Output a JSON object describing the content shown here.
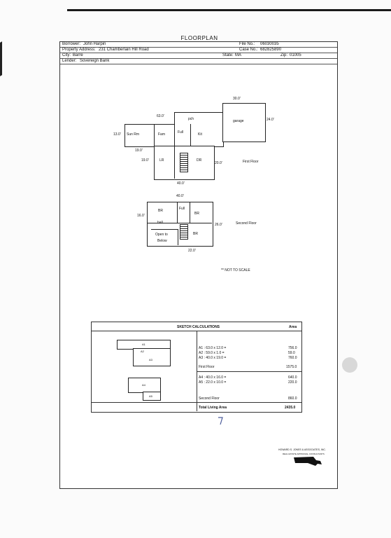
{
  "page": {
    "title": "FLOORPLAN"
  },
  "header": {
    "borrower_label": "Borrower:",
    "borrower": "John Harpin",
    "file_label": "File No.:",
    "file_no": "06030035",
    "address_label": "Property Address:",
    "address": "231 Chamberlain Hill Road",
    "case_label": "Case No.:",
    "case_no": "682825890",
    "city_label": "City:",
    "city": "Barre",
    "state_label": "State:",
    "state": "MA",
    "zip_label": "Zip:",
    "zip": "01005",
    "lender_label": "Lender:",
    "lender": "Sovereign Bank"
  },
  "first_floor": {
    "label": "First Floor",
    "rooms": [
      "Sun Rm",
      "Fam",
      "Full",
      "Kit",
      "LR",
      "DR",
      "pch",
      "garage"
    ],
    "dims": [
      "63.0'",
      "30.0'",
      "24.0'",
      "13.0'",
      "19.0'",
      "19.0'",
      "20.0'",
      "40.0'"
    ]
  },
  "second_floor": {
    "label": "Second Floor",
    "rooms": [
      "BR",
      "Full",
      "BR",
      "hall",
      "BR",
      "Open to",
      "Below"
    ],
    "dims": [
      "40.0'",
      "16.0'",
      "26.0'",
      "22.0'"
    ]
  },
  "note": "** NOT TO SCALE",
  "sketch": {
    "title": "SKETCH CALCULATIONS",
    "area_header": "Area",
    "shape_labels": [
      "A1",
      "A2",
      "A3",
      "A4",
      "A5"
    ],
    "first_lines": [
      "A1 : 63.0 x 12.0 =",
      "A2 : 59.0 x 1.0 =",
      "A3 : 40.0 x 19.0 ="
    ],
    "first_values": [
      "756.0",
      "59.0",
      "760.0"
    ],
    "first_total_label": "First Floor",
    "first_total": "1575.0",
    "second_lines": [
      "A4 : 40.0 x 16.0 =",
      "A5 : 22.0 x 10.0 ="
    ],
    "second_values": [
      "640.0",
      "220.0"
    ],
    "second_total_label": "Second Floor",
    "second_total": "860.0",
    "total_label": "Total Living Area",
    "total": "2435.0"
  },
  "company": {
    "name": "HOWARD S. JONES & ASSOCIATES, INC.",
    "tagline": "REAL ESTATE APPRAISAL CONSULTANTS"
  }
}
